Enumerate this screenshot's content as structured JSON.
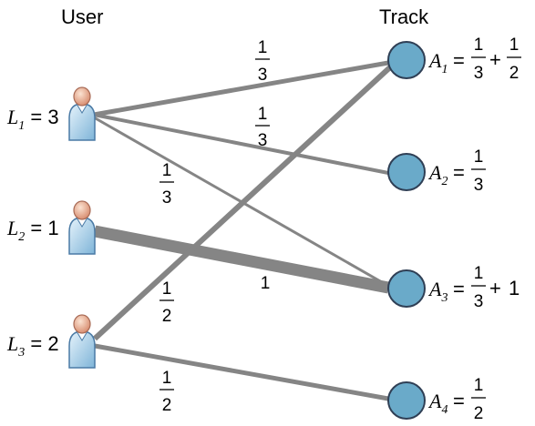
{
  "headers": {
    "user": "User",
    "track": "Track"
  },
  "users": [
    {
      "name": "L",
      "index": "1",
      "value": "3"
    },
    {
      "name": "L",
      "index": "2",
      "value": "1"
    },
    {
      "name": "L",
      "index": "3",
      "value": "2"
    }
  ],
  "tracks": [
    {
      "name": "A",
      "index": "1",
      "expr": [
        {
          "num": "1",
          "den": "3"
        },
        {
          "op": "+"
        },
        {
          "num": "1",
          "den": "2"
        }
      ]
    },
    {
      "name": "A",
      "index": "2",
      "expr": [
        {
          "num": "1",
          "den": "3"
        }
      ]
    },
    {
      "name": "A",
      "index": "3",
      "expr": [
        {
          "num": "1",
          "den": "3"
        },
        {
          "op": "+"
        },
        {
          "text": "1"
        }
      ]
    },
    {
      "name": "A",
      "index": "4",
      "expr": [
        {
          "num": "1",
          "den": "2"
        }
      ]
    }
  ],
  "edges": [
    {
      "from": 1,
      "to": 1,
      "weight": {
        "num": "1",
        "den": "3"
      }
    },
    {
      "from": 1,
      "to": 2,
      "weight": {
        "num": "1",
        "den": "3"
      }
    },
    {
      "from": 1,
      "to": 3,
      "weight": {
        "num": "1",
        "den": "3"
      }
    },
    {
      "from": 2,
      "to": 3,
      "weight": {
        "text": "1"
      }
    },
    {
      "from": 3,
      "to": 1,
      "weight": {
        "num": "1",
        "den": "2"
      }
    },
    {
      "from": 3,
      "to": 4,
      "weight": {
        "num": "1",
        "den": "2"
      }
    }
  ],
  "colors": {
    "edge": "#858585",
    "node_fill": "#6aaac9",
    "node_stroke": "#2f3f55"
  },
  "icons": {
    "user": "user-person-icon"
  }
}
